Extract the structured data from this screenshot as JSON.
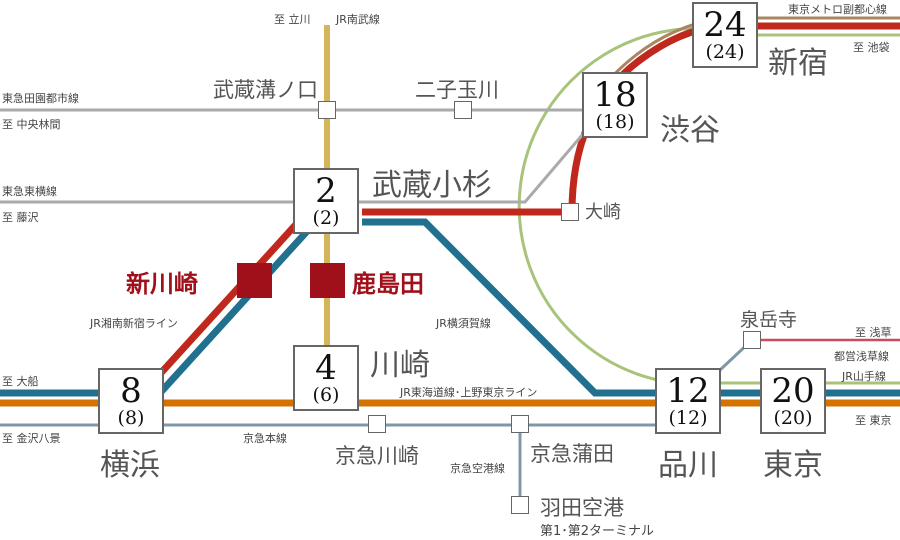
{
  "colors": {
    "nambu": "#d4b55a",
    "tokyu": "#aaaaaa",
    "shonan": "#c0281e",
    "yokosuka": "#22708f",
    "tokaido": "#d47200",
    "keikyu": "#7f98a8",
    "yamanote": "#a8c47a",
    "fukutoshin": "#a98560",
    "asakusa": "#c84b5e",
    "featured": "#a0101a"
  },
  "lines": {
    "nambu": "JR南武線",
    "nambu_dest": "至 立川",
    "denentoshi": "東急田園都市線",
    "denentoshi_dest": "至 中央林間",
    "toyoko": "東急東横線",
    "toyoko_dest": "至 藤沢",
    "shonan": "JR湘南新宿ライン",
    "yokosuka": "JR横須賀線",
    "tokaido": "JR東海道線･上野東京ライン",
    "keikyu": "京急本線",
    "keikyu_airport": "京急空港線",
    "ofuna_dest": "至 大船",
    "kanazawa_dest": "至 金沢八景",
    "fukutoshin": "東京メトロ副都心線",
    "ikebukuro_dest": "至 池袋",
    "asakusa_dest": "至 浅草",
    "asakusa": "都営浅草線",
    "yamanote": "JR山手線",
    "tokyo_dest": "至 東京"
  },
  "stations": {
    "mizonokuchi": "武蔵溝ノ口",
    "futako": "二子玉川",
    "osaki": "大崎",
    "sengakuji": "泉岳寺",
    "keikyu_kawasaki": "京急川崎",
    "kamata": "京急蒲田",
    "haneda": "羽田空港",
    "haneda_sub": "第1･第2ターミナル",
    "shinkawasaki": "新川崎",
    "kashimada": "鹿島田"
  },
  "hubs": [
    {
      "name": "武蔵小杉",
      "minutes": "2",
      "alt": "(2)"
    },
    {
      "name": "川崎",
      "minutes": "4",
      "alt": "(6)"
    },
    {
      "name": "横浜",
      "minutes": "8",
      "alt": "(8)"
    },
    {
      "name": "品川",
      "minutes": "12",
      "alt": "(12)"
    },
    {
      "name": "東京",
      "minutes": "20",
      "alt": "(20)"
    },
    {
      "name": "渋谷",
      "minutes": "18",
      "alt": "(18)"
    },
    {
      "name": "新宿",
      "minutes": "24",
      "alt": "(24)"
    }
  ]
}
